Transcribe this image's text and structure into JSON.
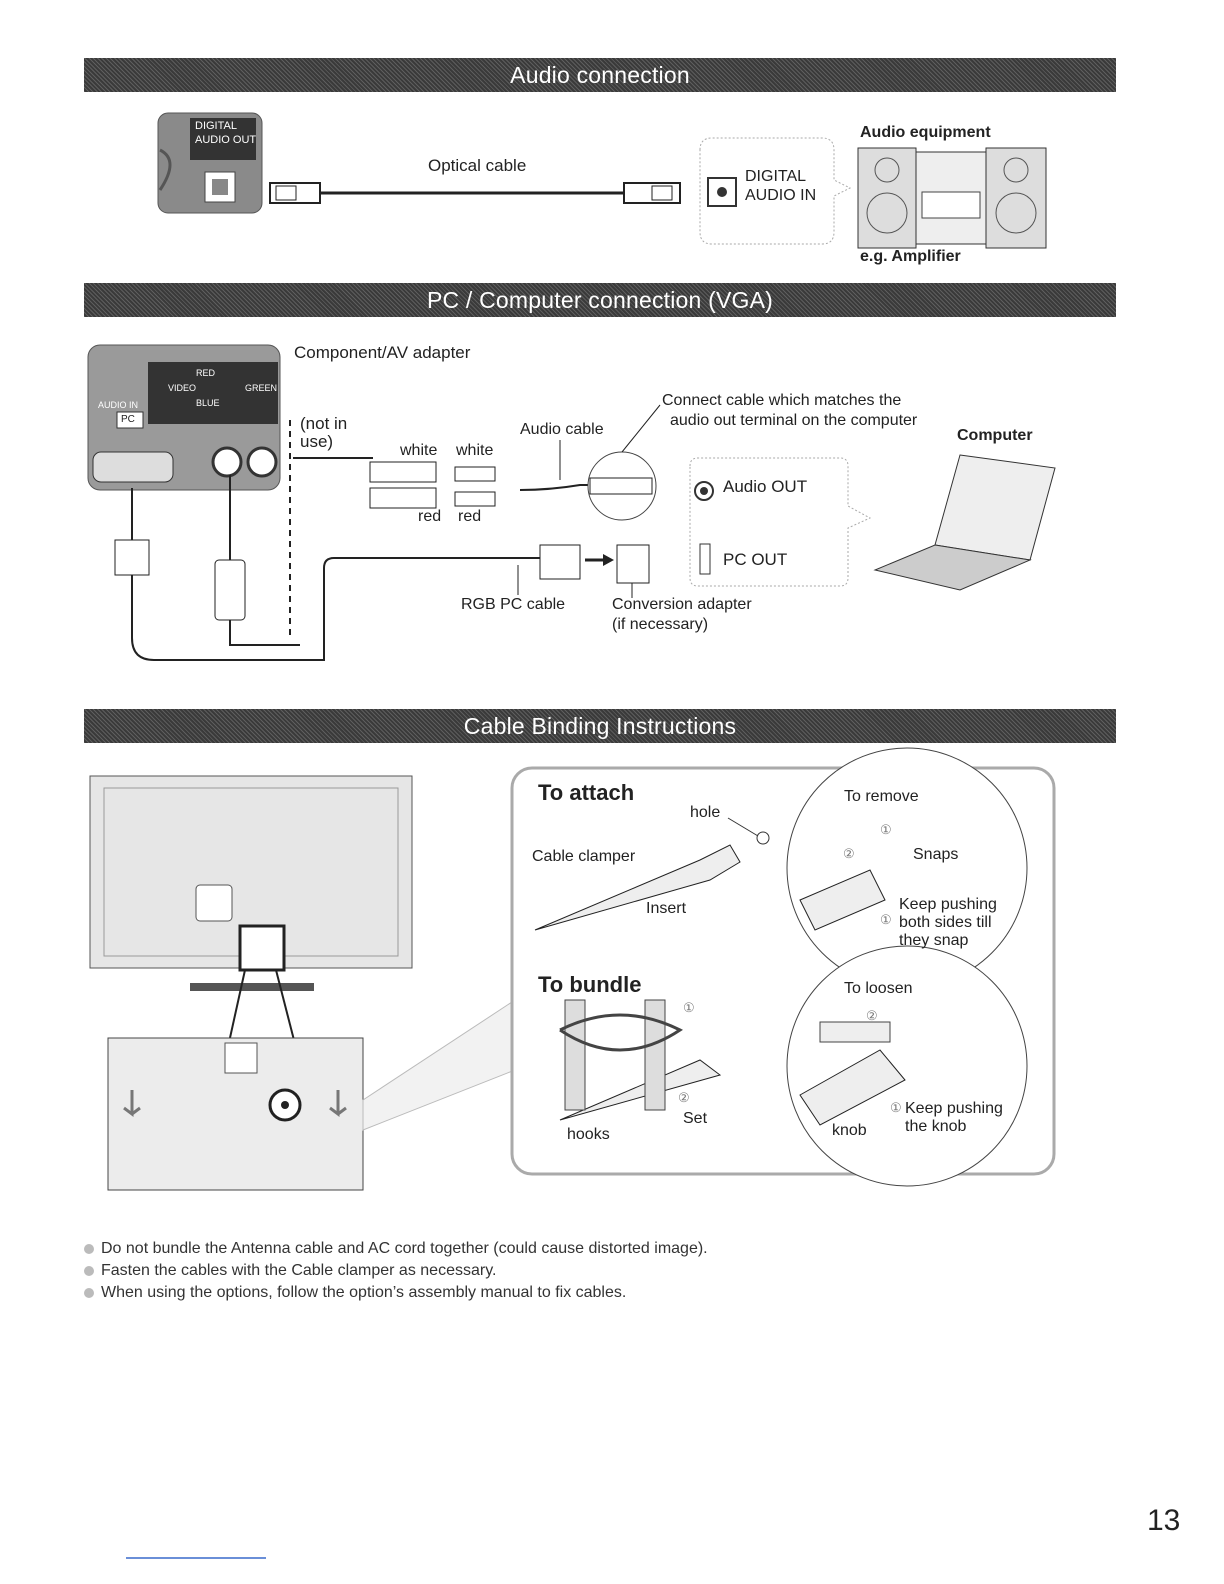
{
  "sections": {
    "audio": "Audio connection",
    "pc": "PC / Computer connection (VGA)",
    "binding": "Cable Binding Instructions"
  },
  "audio": {
    "tv_port_line1": "DIGITAL",
    "tv_port_line2": "AUDIO OUT",
    "cable": "Optical cable",
    "in_line1": "DIGITAL",
    "in_line2": "AUDIO IN",
    "equipment": "Audio equipment",
    "example": "e.g. Amplifier"
  },
  "pc": {
    "adapter": "Component/AV adapter",
    "not_in_use1": "(not in",
    "not_in_use2": "use)",
    "white1": "white",
    "white2": "white",
    "red1": "red",
    "red2": "red",
    "audio_cable": "Audio cable",
    "note1": "Connect cable which matches the",
    "note2": "audio out terminal on the computer",
    "computer": "Computer",
    "audio_out": "Audio OUT",
    "pc_out": "PC OUT",
    "rgb_cable": "RGB PC cable",
    "conv1": "Conversion adapter",
    "conv2": "(if necessary)",
    "panel_labels": [
      "AUDIO IN",
      "PC",
      "VIDEO",
      "RED",
      "BLUE",
      "GREEN"
    ]
  },
  "binding": {
    "to_attach": "To attach",
    "hole": "hole",
    "clamper": "Cable clamper",
    "insert": "Insert",
    "to_remove": "To remove",
    "snaps": "Snaps",
    "keep1": "Keep pushing",
    "keep2": "both sides till",
    "keep3": "they snap",
    "to_bundle": "To bundle",
    "hooks": "hooks",
    "set": "Set",
    "to_loosen": "To loosen",
    "knob": "knob",
    "keepk1": "Keep pushing",
    "keepk2": "the knob",
    "num1": "①",
    "num2": "②"
  },
  "notes": [
    "Do not bundle the Antenna cable and AC cord together (could cause distorted image).",
    "Fasten the cables with the Cable clamper as necessary.",
    "When using the options, follow the option’s assembly manual to fix cables."
  ],
  "page_number": "13",
  "colors": {
    "banner": "#3a3a3a",
    "line": "#222222",
    "gray": "#888888"
  }
}
